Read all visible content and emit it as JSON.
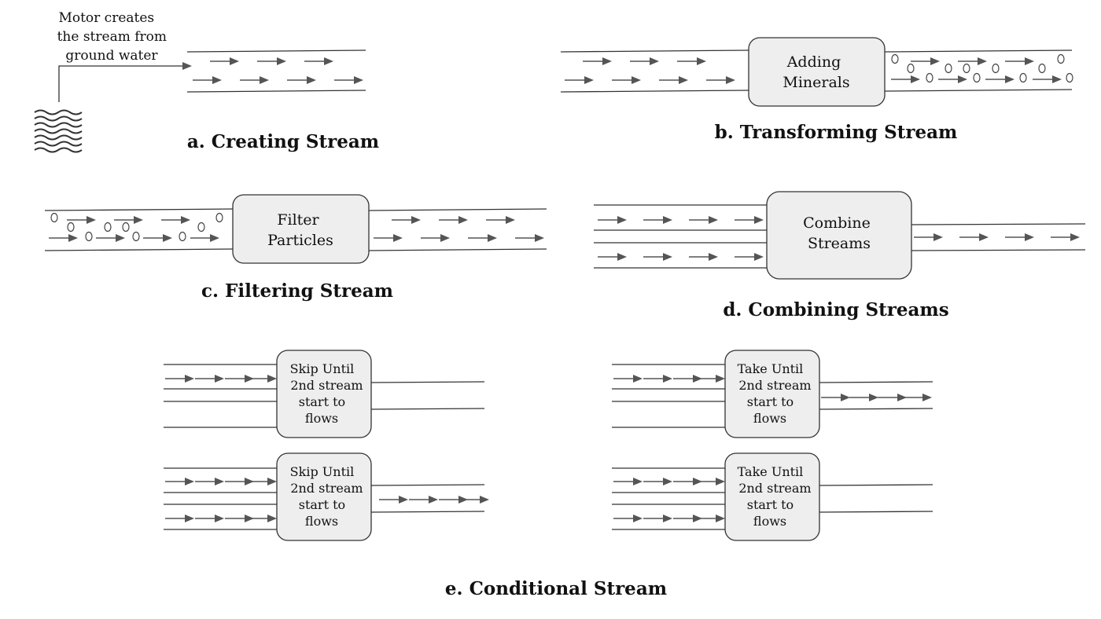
{
  "panels": {
    "a": {
      "caption": "a. Creating Stream",
      "note_lines": [
        "Motor creates",
        "the stream from",
        "ground water"
      ]
    },
    "b": {
      "caption": "b. Transforming Stream",
      "box_lines": [
        "Adding",
        "Minerals"
      ]
    },
    "c": {
      "caption": "c. Filtering Stream",
      "box_lines": [
        "Filter",
        "Particles"
      ]
    },
    "d": {
      "caption": "d. Combining Streams",
      "box_lines": [
        "Combine",
        "Streams"
      ]
    },
    "e": {
      "caption": "e. Conditional Stream",
      "boxes": [
        {
          "lines": [
            "Skip Until",
            "2nd stream",
            "start to",
            "flows"
          ]
        },
        {
          "lines": [
            "Take Until",
            "2nd stream",
            "start to",
            "flows"
          ]
        },
        {
          "lines": [
            "Skip Until",
            "2nd stream",
            "start to",
            "flows"
          ]
        },
        {
          "lines": [
            "Take Until",
            "2nd stream",
            "start to",
            "flows"
          ]
        }
      ]
    }
  }
}
